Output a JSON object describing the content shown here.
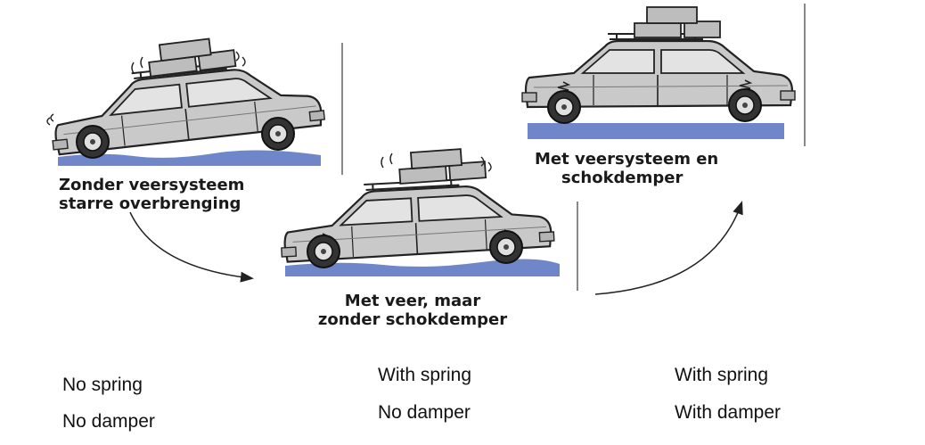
{
  "panels": [
    {
      "caption_line1": "Zonder veersysteem",
      "caption_line2": "starre overbrenging",
      "english_line1": "No spring",
      "english_line2": "No damper"
    },
    {
      "caption_line1": "Met veer, maar",
      "caption_line2": "zonder schokdemper",
      "english_line1": "With spring",
      "english_line2": "No damper"
    },
    {
      "caption_line1": "Met veersysteem en",
      "caption_line2": "schokdemper",
      "english_line1": "With spring",
      "english_line2": "With damper"
    }
  ],
  "colors": {
    "road": "#6f87c9",
    "car_body": "#c9c9c9",
    "outline": "#222222",
    "marker_line": "#555555"
  },
  "icons": [
    "car-icon",
    "luggage-icon",
    "wheel-icon",
    "spring-icon",
    "curved-arrow-icon"
  ]
}
